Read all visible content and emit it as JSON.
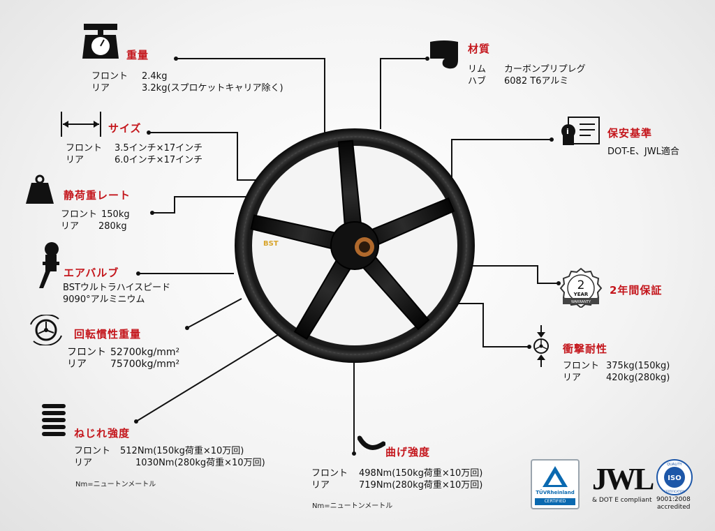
{
  "specs": {
    "weight": {
      "title": "重量",
      "rows": [
        {
          "k": "フロント",
          "v": "2.4kg"
        },
        {
          "k": "リア",
          "v": "3.2kg(スプロケットキャリア除く)"
        }
      ],
      "icon": "scale-icon"
    },
    "size": {
      "title": "サイズ",
      "rows": [
        {
          "k": "フロント",
          "v": "3.5インチ×17インチ"
        },
        {
          "k": "リア",
          "v": "6.0インチ×17インチ"
        }
      ],
      "icon": "width-dimension-icon"
    },
    "static_load": {
      "title": "静荷重レート",
      "rows": [
        {
          "k": "フロント",
          "v": "150kg"
        },
        {
          "k": "リア",
          "v": "280kg"
        }
      ],
      "icon": "weight-icon"
    },
    "air_valve": {
      "title": "エアバルブ",
      "lines": [
        "BSTウルトラハイスピード",
        "9090°アルミニウム"
      ],
      "icon": "air-valve-icon"
    },
    "inertia": {
      "title": "回転慣性重量",
      "rows": [
        {
          "k": "フロント",
          "v": "52700kg/mm²"
        },
        {
          "k": "リア",
          "v": "75700kg/mm²"
        }
      ],
      "icon": "rotation-wheel-icon"
    },
    "torsion": {
      "title": "ねじれ強度",
      "rows": [
        {
          "k": "フロント",
          "v": "512Nm(150kg荷重×10万回)"
        },
        {
          "k": "リア",
          "v": "1030Nm(280kg荷重×10万回)"
        }
      ],
      "note": "Nm=ニュートンメートル",
      "icon": "spring-icon"
    },
    "bending": {
      "title": "曲げ強度",
      "rows": [
        {
          "k": "フロント",
          "v": "498Nm(150kg荷重×10万回)"
        },
        {
          "k": "リア",
          "v": "719Nm(280kg荷重×10万回)"
        }
      ],
      "note": "Nm=ニュートンメートル",
      "icon": "bent-tube-icon"
    },
    "material": {
      "title": "材質",
      "rows": [
        {
          "k": "リム",
          "v": "カーボンプリプレグ"
        },
        {
          "k": "ハブ",
          "v": "6082 T6アルミ"
        }
      ],
      "icon": "carbon-sheet-icon"
    },
    "safety": {
      "title": "保安基準",
      "lines": [
        "DOT-E、JWL適合"
      ],
      "icon": "certificate-icon"
    },
    "warranty": {
      "title": "2年間保証",
      "badge_number": "2",
      "badge_word": "YEAR",
      "badge_ribbon": "WARRANTY",
      "icon": "warranty-badge-icon"
    },
    "impact": {
      "title": "衝撃耐性",
      "rows": [
        {
          "k": "フロント",
          "v": "375kg(150kg)"
        },
        {
          "k": "リア",
          "v": "420kg(280kg)"
        }
      ],
      "icon": "impact-icon"
    }
  },
  "wheel": {
    "logo_text": "BST"
  },
  "certs": {
    "tuv": {
      "name": "TÜVRheinland",
      "sub": "CERTIFIED"
    },
    "jwl": {
      "mark": "JWL",
      "caption": "& DOT E compliant"
    },
    "iso": {
      "ring_top": "QUALITY",
      "ring_bottom": "CERTIFICATION",
      "mark": "ISO",
      "std": "9001:2008",
      "accredited": "accredited"
    }
  },
  "colors": {
    "accent": "#c4161c",
    "line": "#111111"
  }
}
